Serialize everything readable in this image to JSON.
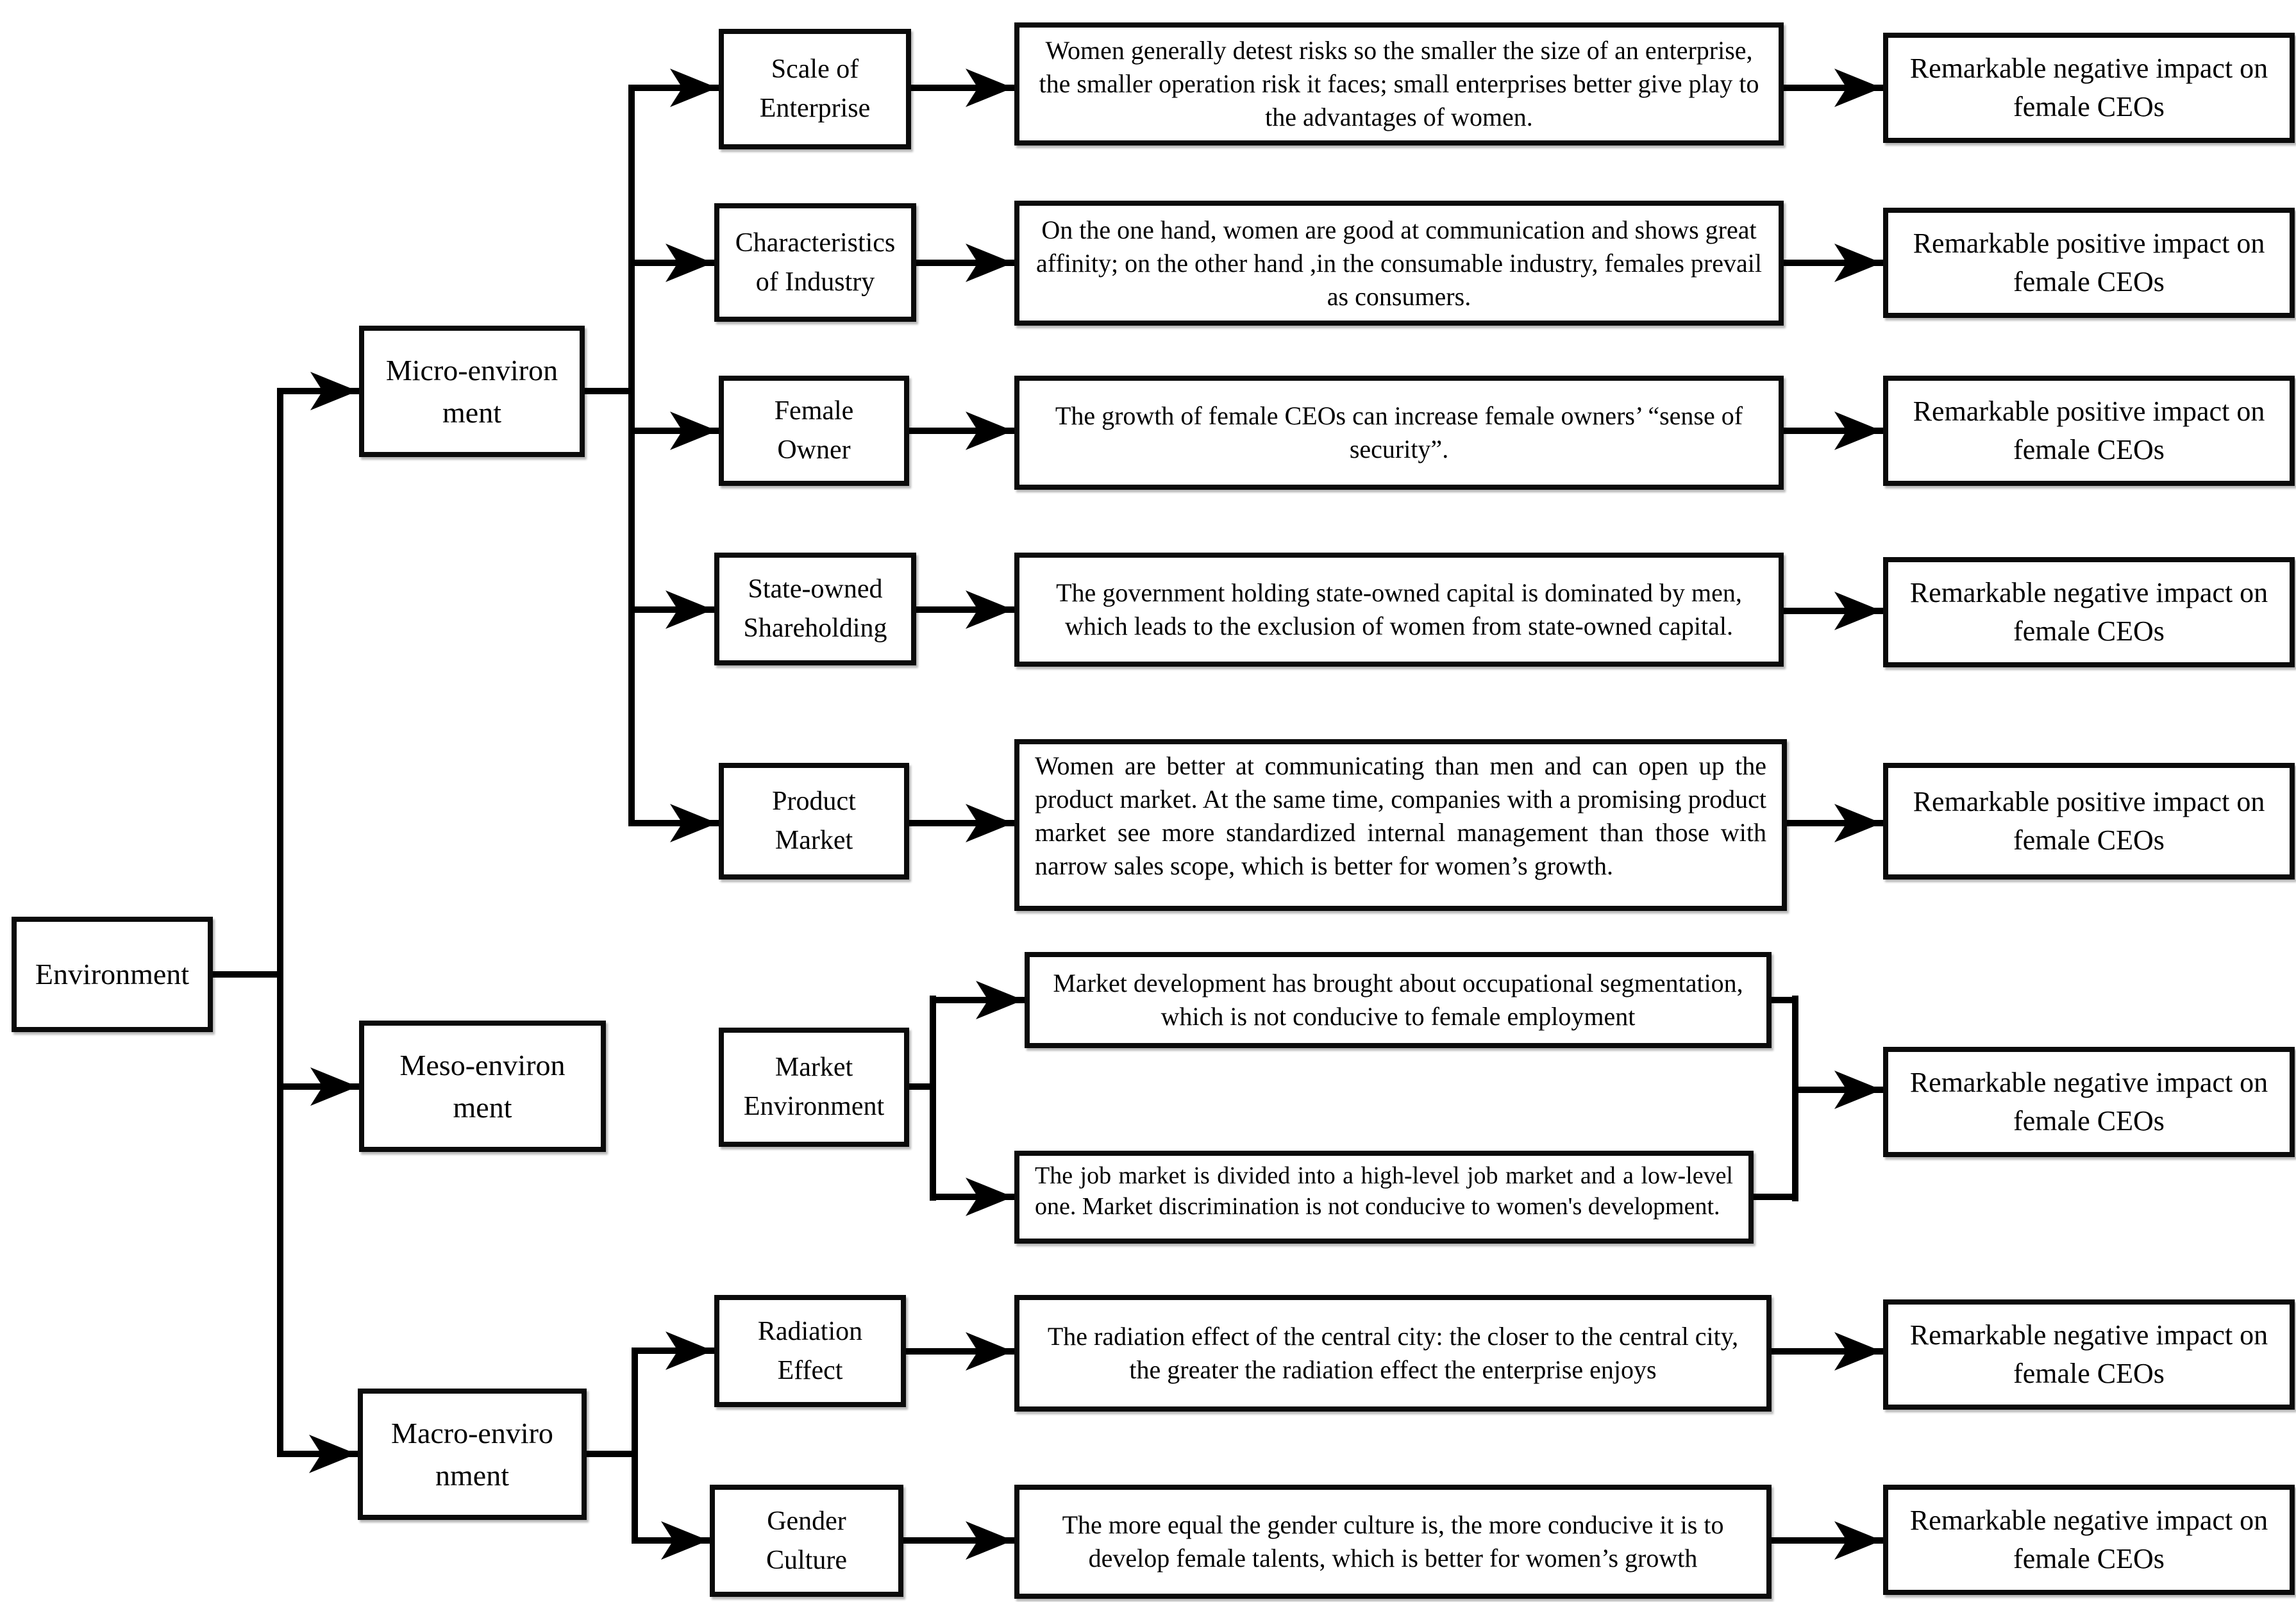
{
  "root_label": "Environment",
  "micro": {
    "label": "Micro-environ\nment",
    "rows": [
      {
        "factor": "Scale of\nEnterprise",
        "description": "Women generally detest risks so the smaller the size of an enterprise, the smaller operation risk it faces; small enterprises better give play to the advantages of women.",
        "impact": "Remarkable negative impact on\nfemale CEOs"
      },
      {
        "factor": "Characteristics\nof Industry",
        "description": "On the one hand, women are good at communication and shows great affinity; on the other hand ,in the consumable industry, females prevail as consumers.",
        "impact": "Remarkable positive impact on\nfemale CEOs"
      },
      {
        "factor": "Female\nOwner",
        "description": "The growth of female CEOs can increase female owners’ “sense of security”.",
        "impact": "Remarkable positive impact on\nfemale CEOs"
      },
      {
        "factor": "State-owned\nShareholding",
        "description": "The government holding state-owned capital is dominated by men, which leads to the exclusion of women from state-owned capital.",
        "impact": "Remarkable negative impact on\nfemale CEOs"
      },
      {
        "factor": "Product\nMarket",
        "description": "Women are better at communicating than men and can open up the product market. At the same time, companies with a promising product market see more standardized internal management than those with narrow sales scope, which is better for women’s growth.",
        "impact": "Remarkable positive impact on\nfemale CEOs"
      }
    ]
  },
  "meso": {
    "label": "Meso-environ\nment",
    "factor": "Market\nEnvironment",
    "descriptions": [
      "Market development has brought about occupational segmentation, which is not conducive to female employment",
      "The job market is divided into a high-level job market and a low-level one. Market discrimination is not conducive to women's development."
    ],
    "impact": "Remarkable negative impact on\nfemale CEOs"
  },
  "macro": {
    "label": "Macro-enviro\nnment",
    "rows": [
      {
        "factor": "Radiation\nEffect",
        "description": "The radiation effect of the central city: the closer to the central city, the greater the radiation effect the enterprise enjoys",
        "impact": "Remarkable negative impact on\nfemale CEOs"
      },
      {
        "factor": "Gender\nCulture",
        "description": "The more equal the gender culture is, the more conducive it is to develop female talents, which is better for women’s growth",
        "impact": "Remarkable negative impact on\nfemale CEOs"
      }
    ]
  }
}
